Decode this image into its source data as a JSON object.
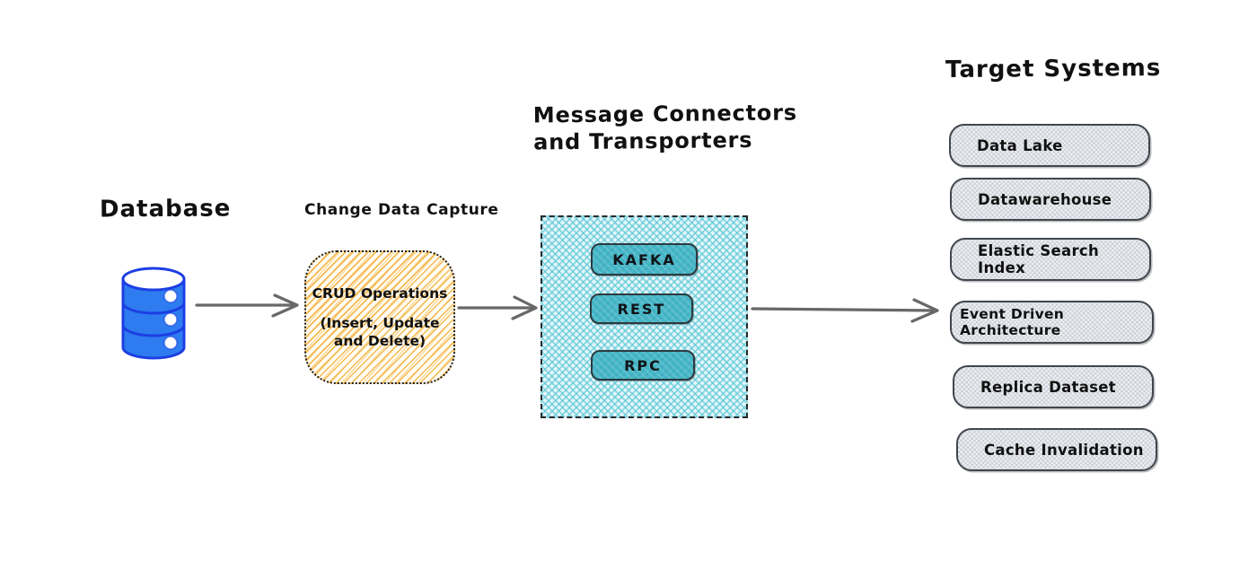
{
  "page": {
    "background": "#ffffff"
  },
  "database": {
    "label": "Database",
    "icon": "database-cylinder-icon",
    "icon_fill": "#2e7cf0",
    "icon_stroke": "#1c3ee3"
  },
  "cdc": {
    "label": "Change Data Capture",
    "box": {
      "line1": "CRUD Operations",
      "line2": "(Insert, Update",
      "line3": "and Delete)",
      "hatch_color": "#f6b44c",
      "border_style": "dotted"
    }
  },
  "connectors": {
    "title_line1": "Message Connectors",
    "title_line2": "and Transporters",
    "items": [
      "KAFKA",
      "REST",
      "RPC"
    ],
    "button_fill": "#45b7c8",
    "hatch_color": "#54c4d6",
    "border_style": "dashed"
  },
  "targets": {
    "title": "Target Systems",
    "items": [
      "Data Lake",
      "Datawarehouse",
      "Elastic Search Index",
      "Event Driven Architecture",
      "Replica Dataset",
      "Cache Invalidation"
    ],
    "box_fill": "#edeff2",
    "box_border": "#41464d"
  },
  "arrows": {
    "color": "#686868",
    "count": 3
  }
}
